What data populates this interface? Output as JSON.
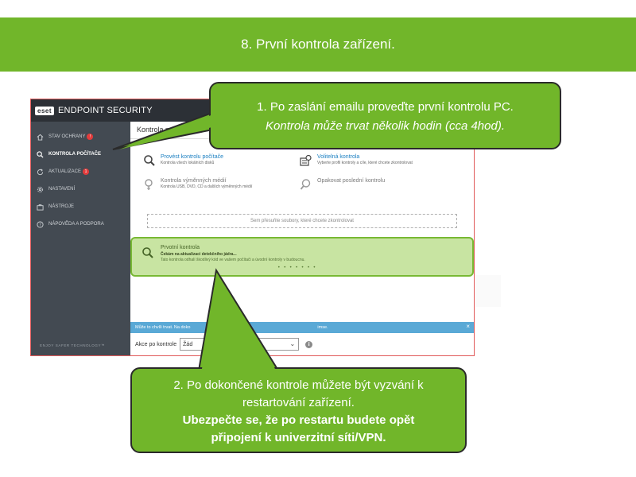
{
  "banner": {
    "title": "8. První kontrola zařízení."
  },
  "eset": {
    "logo": "eset",
    "product": "ENDPOINT SECURITY",
    "sidebar": {
      "items": [
        {
          "label": "STAV OCHRANY",
          "badge": "!",
          "icon": "home-icon"
        },
        {
          "label": "KONTROLA POČÍTAČE",
          "icon": "search-icon",
          "active": true
        },
        {
          "label": "AKTUALIZACE",
          "badge": "1",
          "icon": "refresh-icon"
        },
        {
          "label": "NASTAVENÍ",
          "icon": "gear-icon"
        },
        {
          "label": "NÁSTROJE",
          "icon": "briefcase-icon"
        },
        {
          "label": "NÁPOVĚDA A PODPORA",
          "icon": "help-icon"
        }
      ],
      "footer": "ENJOY SAFER TECHNOLOGY™"
    },
    "content": {
      "title": "Kontrola po",
      "options": {
        "full_scan": {
          "title": "Provést kontrolu počítače",
          "desc": "Kontrola všech lokálních disků"
        },
        "custom_scan": {
          "title": "Volitelná kontrola",
          "desc": "Vyberte profil kontroly a cíle, které chcete zkontrolovat"
        },
        "removable_scan": {
          "title": "Kontrola výměnných médií",
          "desc": "Kontrola USB, DVD, CD a dalších výměnných médií"
        },
        "repeat_scan": {
          "title": "Opakovat poslední kontrolu"
        }
      },
      "drop_zone": "Sem přesuňte soubory, které chcete zkontrolovat",
      "scan": {
        "title": "Prvotní kontrola",
        "status": "Čekám na aktualizaci detekčního jádra...",
        "desc": "Tato kontrola odhalí škodlivý kód ve vašem počítači a úvodní kontroly v budoucnu.",
        "dots": "• • • • • • •"
      },
      "info_bar": {
        "text": "Může to chvíli trvat. Na doko",
        "text_end": "imse.",
        "close": "×"
      },
      "after_scan": {
        "label": "Akce po kontrole",
        "value": "Žád"
      }
    }
  },
  "callout1": {
    "line1": "1. Po zaslání emailu proveďte první kontrolu PC.",
    "line2": "Kontrola může trvat několik hodin (cca 4hod)."
  },
  "callout2": {
    "line1": "2. Po dokončené kontrole můžete být vyzvání k",
    "line2": "restartování zařízení.",
    "line3": "Ubezpečte se, že po restartu budete opět",
    "line4": "připojení k univerzitní síti/VPN."
  },
  "colors": {
    "accent_green": "#71b62a",
    "highlight_green": "#c6e39e",
    "sidebar_bg": "#434a52",
    "titlebar_bg": "#2c3036",
    "info_blue": "#5aa9d6",
    "link_blue": "#1a7fc1",
    "badge_red": "#e33c3c"
  }
}
